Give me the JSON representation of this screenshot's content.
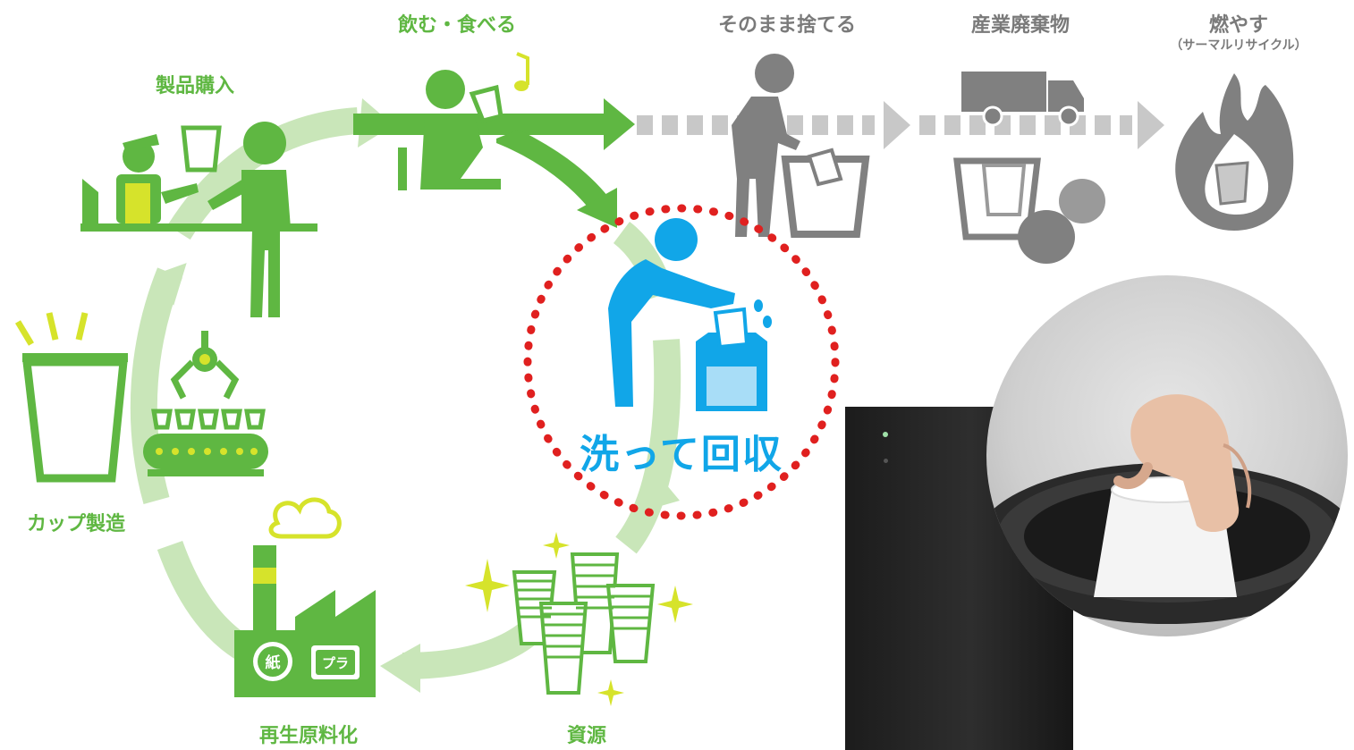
{
  "labels": {
    "purchase": "製品購入",
    "drink": "飲む・食べる",
    "throw_away": "そのまま捨てる",
    "industrial_waste": "産業廃棄物",
    "burn": "燃やす",
    "burn_sub": "（サーマルリサイクル）",
    "cup_making": "カップ製造",
    "recycle_material": "再生原料化",
    "resource": "資源",
    "wash_collect": "洗って回収"
  },
  "icons": {
    "factory_paper": "紙",
    "factory_plastic": "プラ"
  },
  "colors": {
    "green": "#5fb742",
    "light_green": "#c9e6b9",
    "yellow_green": "#d6e32b",
    "gray": "#808080",
    "blue": "#11a6e8",
    "red": "#e0201f"
  }
}
